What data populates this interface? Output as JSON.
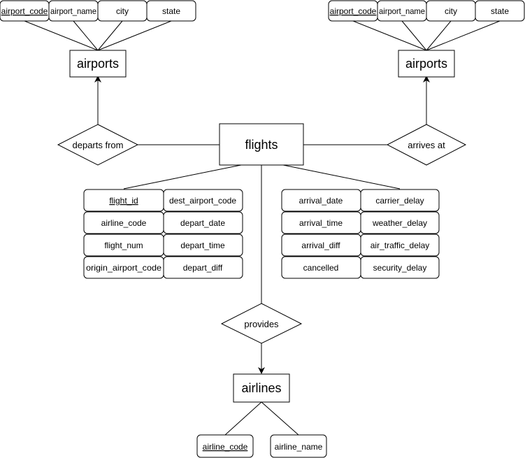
{
  "entities": {
    "airports_left": "airports",
    "airports_right": "airports",
    "flights": "flights",
    "airlines": "airlines"
  },
  "relationships": {
    "departs_from": "departs from",
    "arrives_at": "arrives at",
    "provides": "provides"
  },
  "airports_left_attributes": [
    "airport_code",
    "airport_name",
    "city",
    "state"
  ],
  "airports_right_attributes": [
    "airport_code",
    "airport_name",
    "city",
    "state"
  ],
  "flights_attributes_left": [
    "flight_id",
    "dest_airport_code",
    "airline_code",
    "depart_date",
    "flight_num",
    "depart_time",
    "origin_airport_code",
    "depart_diff"
  ],
  "flights_attributes_right": [
    "arrival_date",
    "carrier_delay",
    "arrival_time",
    "weather_delay",
    "arrival_diff",
    "air_traffic_delay",
    "cancelled",
    "security_delay"
  ],
  "airlines_attributes": [
    "airline_code",
    "airline_name"
  ]
}
